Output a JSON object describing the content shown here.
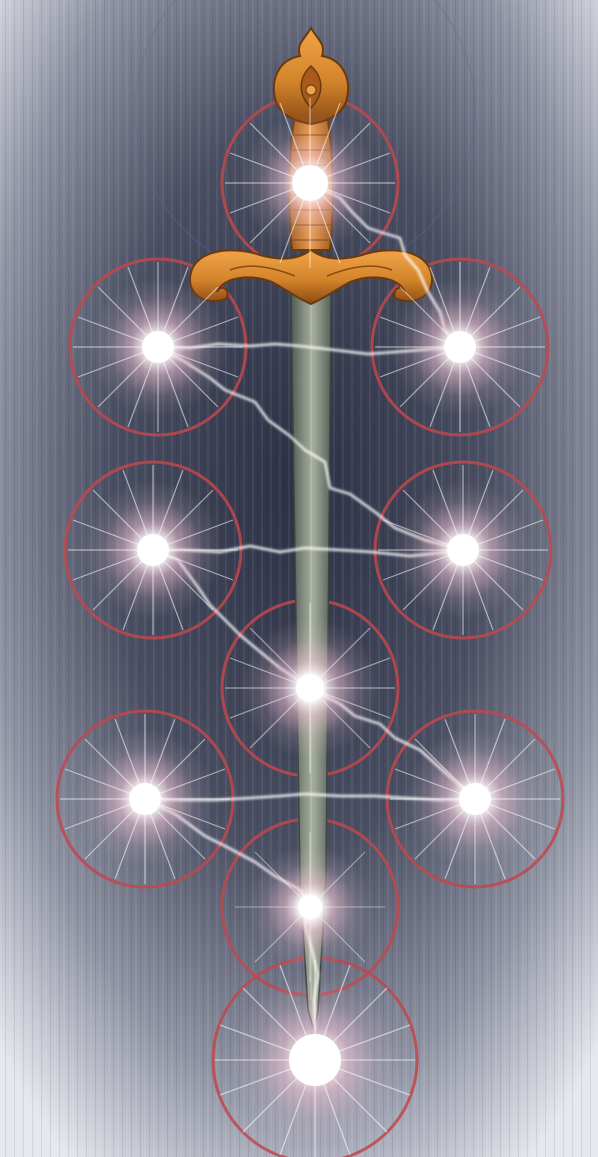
{
  "image": {
    "subject": "sword-over-tree-of-life",
    "palette": {
      "background_dark": "#2c3044",
      "background_mid": "#6c7286",
      "background_light": "#e6e8ee",
      "circle_ring": "#c0484c",
      "glow_core": "#ffffff",
      "glow_tint": "#f6c8d8",
      "lightning": "#ffffff",
      "blade": "#7f8a7c",
      "blade_edge": "#4f5a52",
      "hilt_gold": "#d4852c",
      "hilt_dark": "#8a4a14"
    },
    "nodes": [
      {
        "id": "crown",
        "icon": "light-orb"
      },
      {
        "id": "wisdom",
        "icon": "light-orb"
      },
      {
        "id": "understanding",
        "icon": "light-orb"
      },
      {
        "id": "mercy",
        "icon": "light-orb"
      },
      {
        "id": "severity",
        "icon": "light-orb"
      },
      {
        "id": "beauty",
        "icon": "light-orb"
      },
      {
        "id": "victory",
        "icon": "light-orb"
      },
      {
        "id": "splendor",
        "icon": "light-orb"
      },
      {
        "id": "foundation",
        "icon": "light-orb"
      },
      {
        "id": "kingdom",
        "icon": "light-orb"
      }
    ]
  }
}
